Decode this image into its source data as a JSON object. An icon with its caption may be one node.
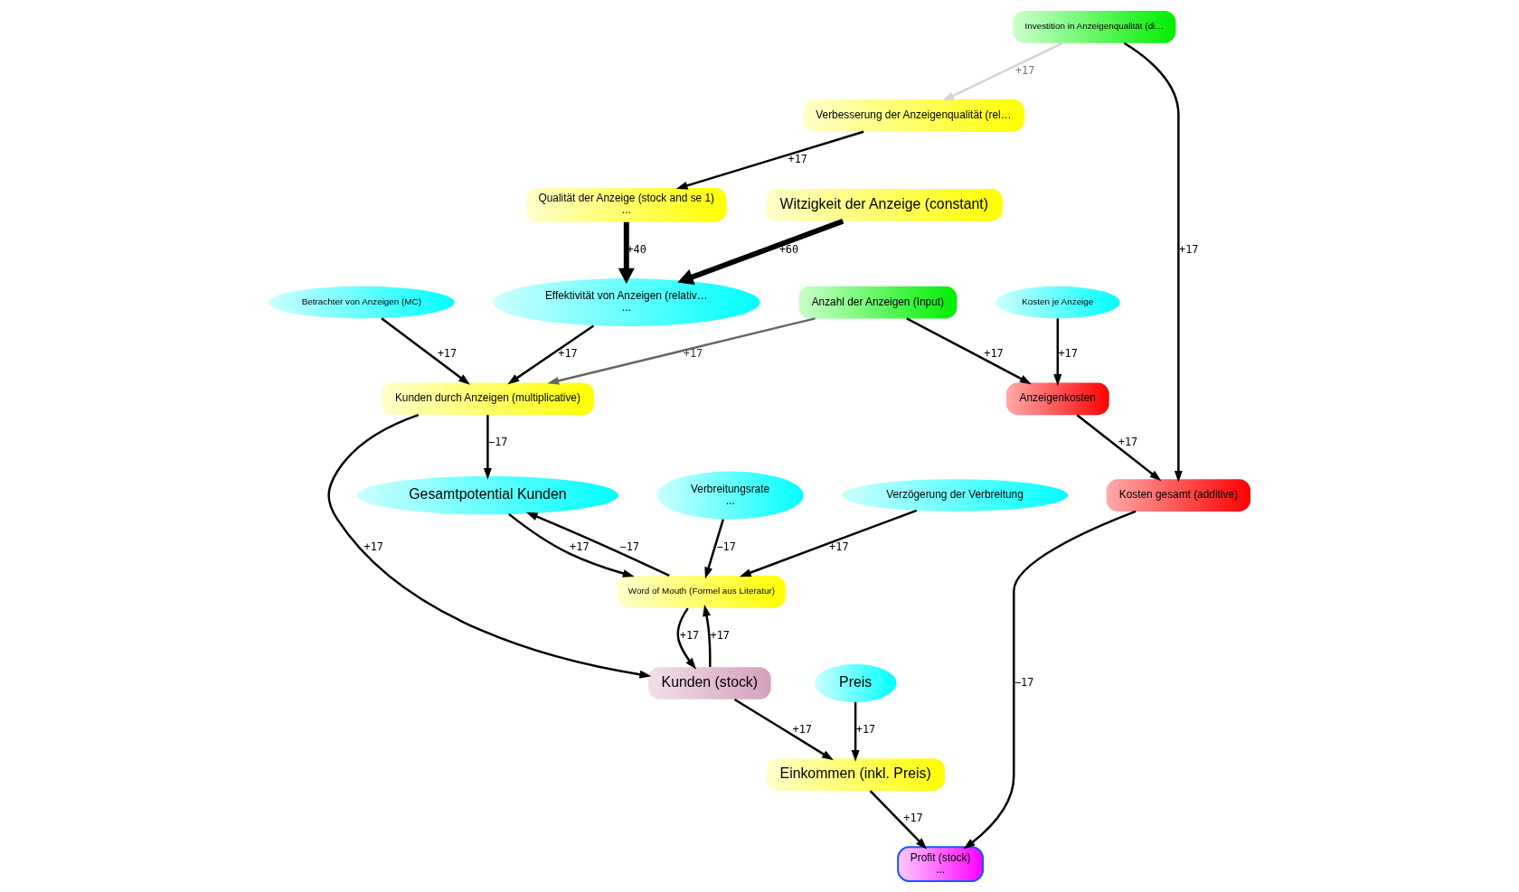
{
  "diagram": {
    "nodes": [
      {
        "text": [
          "Verbesserung der Anzeigenqualität (rel…"
        ]
      },
      {
        "text": [
          "Qualität der Anzeige (stock and se 1)",
          "..."
        ]
      },
      {
        "text": [
          "Witzigkeit der Anzeige (constant)"
        ]
      },
      {
        "text": [
          "Betrachter von Anzeigen (MC)"
        ]
      },
      {
        "text": [
          "Effektivität von Anzeigen (relativ…",
          "..."
        ]
      },
      {
        "text": [
          "Gesamtpotential Kunden"
        ]
      },
      {
        "text": [
          "Verbreitungsrate",
          "..."
        ]
      },
      {
        "text": [
          "Verzögerung der Verbreitung"
        ]
      },
      {
        "text": [
          "Kunden durch Anzeigen (multiplicative)"
        ]
      },
      {
        "text": [
          "Word of Mouth (Formel aus Literatur)"
        ]
      },
      {
        "text": [
          "Anzahl der Anzeigen (Input)"
        ]
      },
      {
        "text": [
          "Kosten je Anzeige"
        ]
      },
      {
        "text": [
          "Anzeigenkosten"
        ]
      },
      {
        "text": [
          "Investition in Anzeigenqualität (di…"
        ]
      },
      {
        "text": [
          "Kunden (stock)"
        ]
      },
      {
        "text": [
          "Preis"
        ]
      },
      {
        "text": [
          "Einkommen (inkl. Preis)"
        ]
      },
      {
        "text": [
          "Kosten gesamt (additive)"
        ]
      },
      {
        "text": [
          "Profit (stock)",
          "..."
        ]
      }
    ],
    "edges": [
      {
        "from": 0,
        "to": 1,
        "arrow": "to",
        "label": "+17"
      },
      {
        "from": 1,
        "to": 4,
        "arrow": "to",
        "label": "+40",
        "style": "thick"
      },
      {
        "from": 2,
        "to": 4,
        "arrow": "to",
        "label": "+60",
        "style": "thick"
      },
      {
        "from": 3,
        "to": 8,
        "arrow": "to",
        "label": "+17"
      },
      {
        "from": 4,
        "to": 8,
        "arrow": "to",
        "label": "+17"
      },
      {
        "from": 8,
        "to": 5,
        "arrow": "to",
        "label": "−17"
      },
      {
        "from": 5,
        "to": 9,
        "arrow": "to",
        "label": "+17"
      },
      {
        "from": 9,
        "to": 5,
        "arrow": "to",
        "label": "−17"
      },
      {
        "from": 6,
        "to": 9,
        "arrow": "to",
        "label": "−17"
      },
      {
        "from": 7,
        "to": 9,
        "arrow": "to",
        "label": "+17"
      },
      {
        "from": 10,
        "to": 8,
        "arrow": "to",
        "label": "+17",
        "color": "#666666"
      },
      {
        "from": 13,
        "to": 0,
        "arrow": "to",
        "label": "+17",
        "color": "#d3d3d3"
      },
      {
        "from": 8,
        "to": 14,
        "arrow": "to",
        "label": "+17"
      },
      {
        "from": 14,
        "to": 9,
        "arrow": "to",
        "label": "+17"
      },
      {
        "from": 9,
        "to": 14,
        "arrow": "to",
        "label": "+17"
      },
      {
        "from": 10,
        "to": 12,
        "arrow": "to",
        "label": "+17"
      },
      {
        "from": 11,
        "to": 12,
        "arrow": "to",
        "label": "+17"
      },
      {
        "from": 12,
        "to": 17,
        "arrow": "to",
        "label": "+17"
      },
      {
        "from": 13,
        "to": 17,
        "arrow": "to",
        "label": "+17"
      },
      {
        "from": 14,
        "to": 16,
        "arrow": "to",
        "label": "+17"
      },
      {
        "from": 15,
        "to": 16,
        "arrow": "to",
        "label": "+17"
      },
      {
        "from": 16,
        "to": 18,
        "arrow": "to",
        "label": "+17"
      },
      {
        "from": 17,
        "to": 18,
        "arrow": "to",
        "label": "−17"
      }
    ]
  }
}
